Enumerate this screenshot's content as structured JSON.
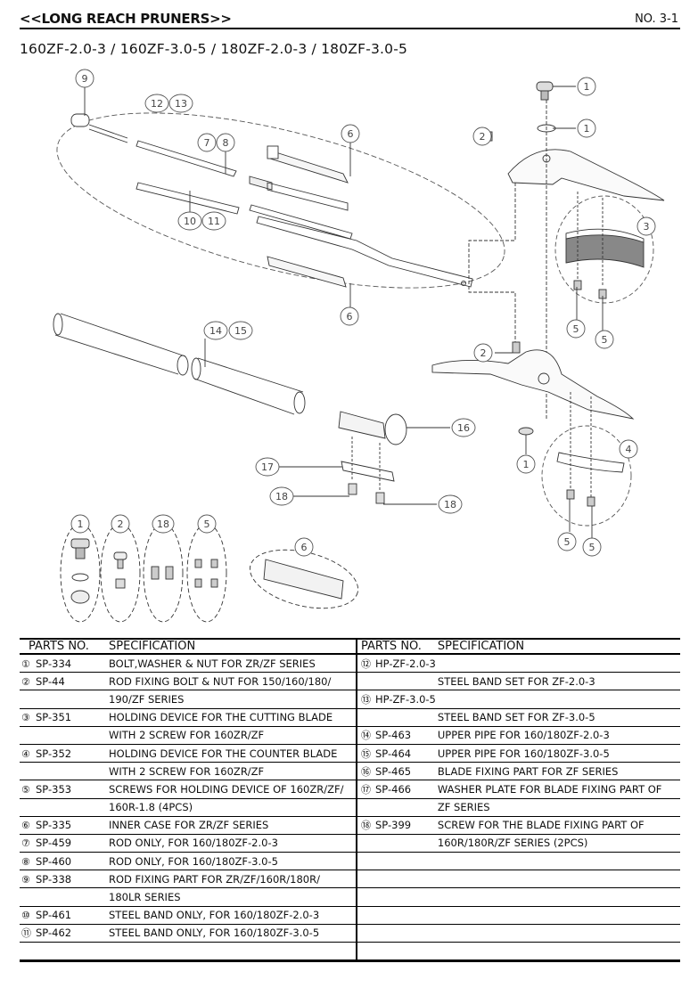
{
  "header": {
    "title": "<<LONG REACH PRUNERS>>",
    "page_no": "NO. 3-1"
  },
  "models": "160ZF-2.0-3 / 160ZF-3.0-5 / 180ZF-2.0-3 / 180ZF-3.0-5",
  "callouts": {
    "c1": "1",
    "c2": "2",
    "c3": "3",
    "c4": "4",
    "c5": "5",
    "c6": "6",
    "c7": "7",
    "c8": "8",
    "c9": "9",
    "c10": "10",
    "c11": "11",
    "c12": "12",
    "c13": "13",
    "c14": "14",
    "c15": "15",
    "c16": "16",
    "c17": "17",
    "c18": "18"
  },
  "table": {
    "col_parts": "PARTS NO.",
    "col_spec": "SPECIFICATION",
    "left": [
      {
        "num": "①",
        "part": "SP-334",
        "spec": "BOLT,WASHER & NUT FOR ZR/ZF SERIES"
      },
      {
        "num": "②",
        "part": "SP-44",
        "spec": "ROD FIXING BOLT & NUT FOR 150/160/180/"
      },
      {
        "num": "",
        "part": "",
        "spec": "190/ZF SERIES"
      },
      {
        "num": "③",
        "part": "SP-351",
        "spec": "HOLDING DEVICE FOR THE CUTTING BLADE"
      },
      {
        "num": "",
        "part": "",
        "spec": "WITH 2 SCREW FOR 160ZR/ZF"
      },
      {
        "num": "④",
        "part": "SP-352",
        "spec": "HOLDING DEVICE FOR THE COUNTER BLADE"
      },
      {
        "num": "",
        "part": "",
        "spec": "WITH 2 SCREW FOR 160ZR/ZF"
      },
      {
        "num": "⑤",
        "part": "SP-353",
        "spec": "SCREWS FOR HOLDING DEVICE OF 160ZR/ZF/"
      },
      {
        "num": "",
        "part": "",
        "spec": "160R-1.8 (4PCS)"
      },
      {
        "num": "⑥",
        "part": "SP-335",
        "spec": "INNER CASE FOR ZR/ZF SERIES"
      },
      {
        "num": "⑦",
        "part": "SP-459",
        "spec": "ROD ONLY, FOR 160/180ZF-2.0-3"
      },
      {
        "num": "⑧",
        "part": "SP-460",
        "spec": "ROD ONLY, FOR 160/180ZF-3.0-5"
      },
      {
        "num": "⑨",
        "part": "SP-338",
        "spec": "ROD FIXING PART FOR ZR/ZF/160R/180R/"
      },
      {
        "num": "",
        "part": "",
        "spec": "180LR SERIES"
      },
      {
        "num": "⑩",
        "part": "SP-461",
        "spec": "STEEL BAND ONLY, FOR 160/180ZF-2.0-3"
      },
      {
        "num": "⑪",
        "part": "SP-462",
        "spec": "STEEL BAND ONLY, FOR 160/180ZF-3.0-5"
      },
      {
        "num": "",
        "part": "",
        "spec": ""
      }
    ],
    "right": [
      {
        "num": "⑫",
        "part": "HP-ZF-2.0-3",
        "spec": ""
      },
      {
        "num": "",
        "part": "",
        "spec": "STEEL BAND SET FOR ZF-2.0-3"
      },
      {
        "num": "⑬",
        "part": "HP-ZF-3.0-5",
        "spec": ""
      },
      {
        "num": "",
        "part": "",
        "spec": "STEEL BAND SET FOR ZF-3.0-5"
      },
      {
        "num": "⑭",
        "part": "SP-463",
        "spec": "UPPER PIPE FOR 160/180ZF-2.0-3"
      },
      {
        "num": "⑮",
        "part": "SP-464",
        "spec": "UPPER PIPE FOR 160/180ZF-3.0-5"
      },
      {
        "num": "⑯",
        "part": "SP-465",
        "spec": "BLADE FIXING PART FOR ZF SERIES"
      },
      {
        "num": "⑰",
        "part": "SP-466",
        "spec": "WASHER PLATE FOR BLADE FIXING PART OF"
      },
      {
        "num": "",
        "part": "",
        "spec": "ZF SERIES"
      },
      {
        "num": "⑱",
        "part": "SP-399",
        "spec": "SCREW FOR THE BLADE FIXING PART OF"
      },
      {
        "num": "",
        "part": "",
        "spec": "160R/180R/ZF SERIES (2PCS)"
      },
      {
        "num": "",
        "part": "",
        "spec": ""
      },
      {
        "num": "",
        "part": "",
        "spec": ""
      },
      {
        "num": "",
        "part": "",
        "spec": ""
      },
      {
        "num": "",
        "part": "",
        "spec": ""
      },
      {
        "num": "",
        "part": "",
        "spec": ""
      },
      {
        "num": "",
        "part": "",
        "spec": ""
      }
    ]
  }
}
